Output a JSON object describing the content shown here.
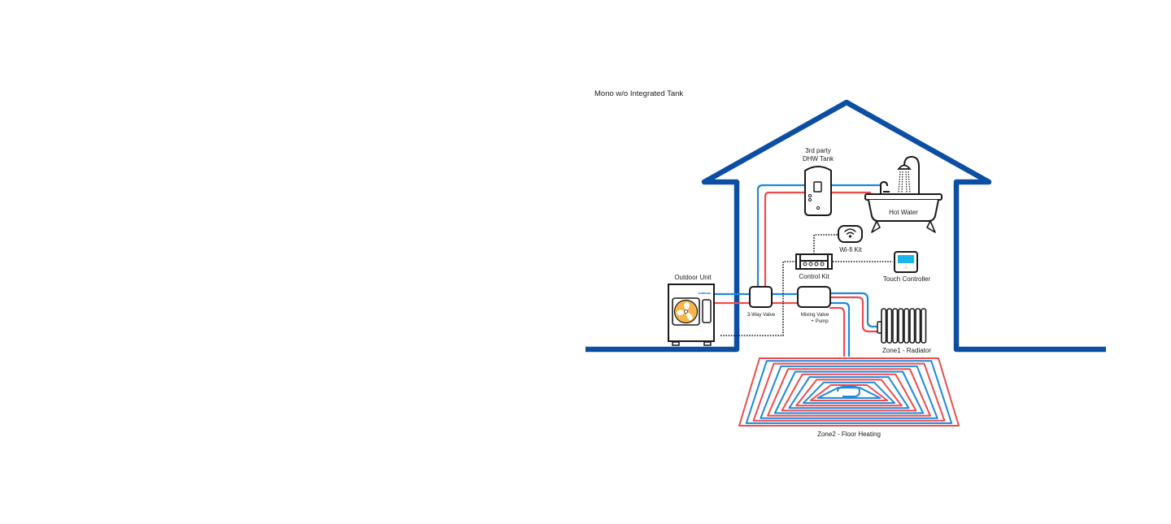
{
  "title": "Mono w/o Integrated Tank",
  "colors": {
    "house": "#0b4ea2",
    "hot_pipe": "#ef4b4b",
    "cold_pipe": "#1f88d9",
    "fan": "#f7b548",
    "screen": "#1ab5ea",
    "outline": "#1a1a1a"
  },
  "components": {
    "dhw_tank": {
      "label_line1": "3rd party",
      "label_line2": "DHW Tank"
    },
    "hot_water": {
      "label": "Hot Water"
    },
    "wifi_kit": {
      "label": "Wi-fi Kit"
    },
    "control_kit": {
      "label": "Control Kit"
    },
    "touch_controller": {
      "label": "Touch Controller"
    },
    "outdoor_unit": {
      "label": "Outdoor Unit",
      "brand": "SAMSUNG"
    },
    "three_way_valve": {
      "label": "3-Way Valve"
    },
    "mixing_valve": {
      "label_line1": "Mixing Valve",
      "label_line2": "+ Pump"
    },
    "radiator": {
      "label": "Zone1 - Radiator"
    },
    "floor_heating": {
      "label": "Zone2 - Floor Heating"
    }
  }
}
